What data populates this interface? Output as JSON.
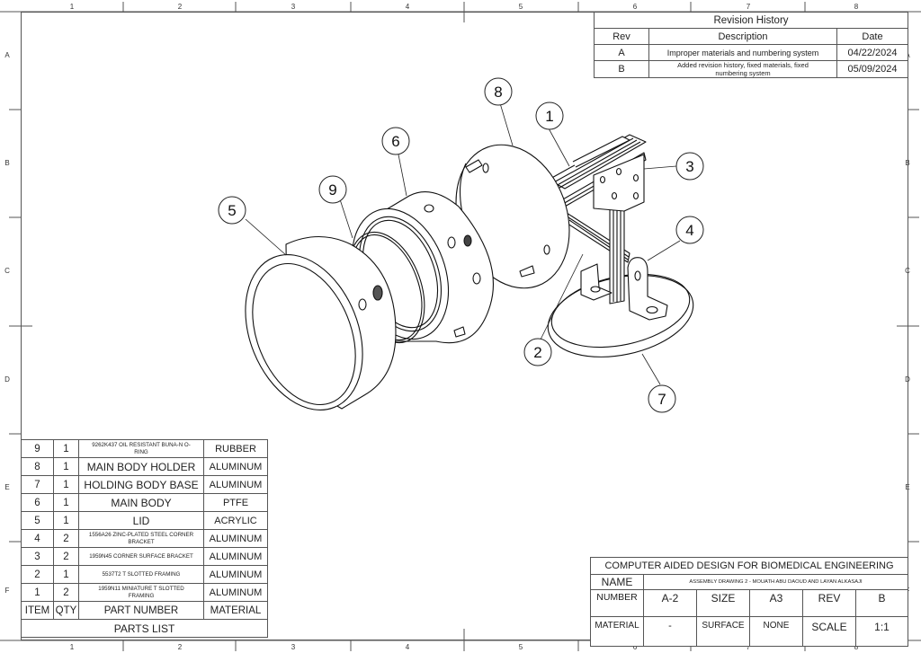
{
  "sheet": {
    "column_labels": [
      "1",
      "2",
      "3",
      "4",
      "5",
      "6",
      "7",
      "8"
    ],
    "row_labels": [
      "A",
      "B",
      "C",
      "D",
      "E",
      "F"
    ]
  },
  "revision_history": {
    "title": "Revision History",
    "headers": [
      "Rev",
      "Description",
      "Date"
    ],
    "rows": [
      {
        "rev": "A",
        "description": "Improper materials and numbering system",
        "date": "04/22/2024"
      },
      {
        "rev": "B",
        "description": "Added revision history, fixed materials, fixed numbering system",
        "date": "05/09/2024"
      }
    ]
  },
  "balloons": [
    {
      "id": "1"
    },
    {
      "id": "2"
    },
    {
      "id": "3"
    },
    {
      "id": "4"
    },
    {
      "id": "5"
    },
    {
      "id": "6"
    },
    {
      "id": "7"
    },
    {
      "id": "8"
    },
    {
      "id": "9"
    }
  ],
  "parts_list": {
    "title": "PARTS LIST",
    "headers": [
      "ITEM",
      "QTY",
      "PART NUMBER",
      "MATERIAL"
    ],
    "rows": [
      {
        "item": "9",
        "qty": "1",
        "part": "9262K437 OIL RESISTANT BUNA-N O-RING",
        "material": "RUBBER"
      },
      {
        "item": "8",
        "qty": "1",
        "part": "MAIN BODY HOLDER",
        "material": "ALUMINUM"
      },
      {
        "item": "7",
        "qty": "1",
        "part": "HOLDING BODY BASE",
        "material": "ALUMINUM"
      },
      {
        "item": "6",
        "qty": "1",
        "part": "MAIN BODY",
        "material": "PTFE"
      },
      {
        "item": "5",
        "qty": "1",
        "part": "LID",
        "material": "ACRYLIC"
      },
      {
        "item": "4",
        "qty": "2",
        "part": "1556A26 ZINC-PLATED STEEL CORNER BRACKET",
        "material": "ALUMINUM"
      },
      {
        "item": "3",
        "qty": "2",
        "part": "1959N45 CORNER SURFACE BRACKET",
        "material": "ALUMINUM"
      },
      {
        "item": "2",
        "qty": "1",
        "part": "5537T2 T SLOTTED FRAMING",
        "material": "ALUMINUM"
      },
      {
        "item": "1",
        "qty": "2",
        "part": "1959N11 MINIATURE T SLOTTED FRAMING",
        "material": "ALUMINUM"
      }
    ]
  },
  "title_block": {
    "school": "COMPUTER AIDED DESIGN FOR BIOMEDICAL ENGINEERING",
    "name_label": "NAME",
    "name_value": "ASSEMBLY DRAWING 2 - MOUATH ABU DAOUD AND LAYAN ALKASAJI",
    "number_label": "NUMBER",
    "number_value": "A-2",
    "size_label": "SIZE",
    "size_value": "A3",
    "rev_label": "REV",
    "rev_value": "B",
    "material_label": "MATERIAL",
    "material_value": "-",
    "surface_label": "SURFACE",
    "surface_value": "NONE",
    "scale_label": "SCALE",
    "scale_value": "1:1"
  }
}
